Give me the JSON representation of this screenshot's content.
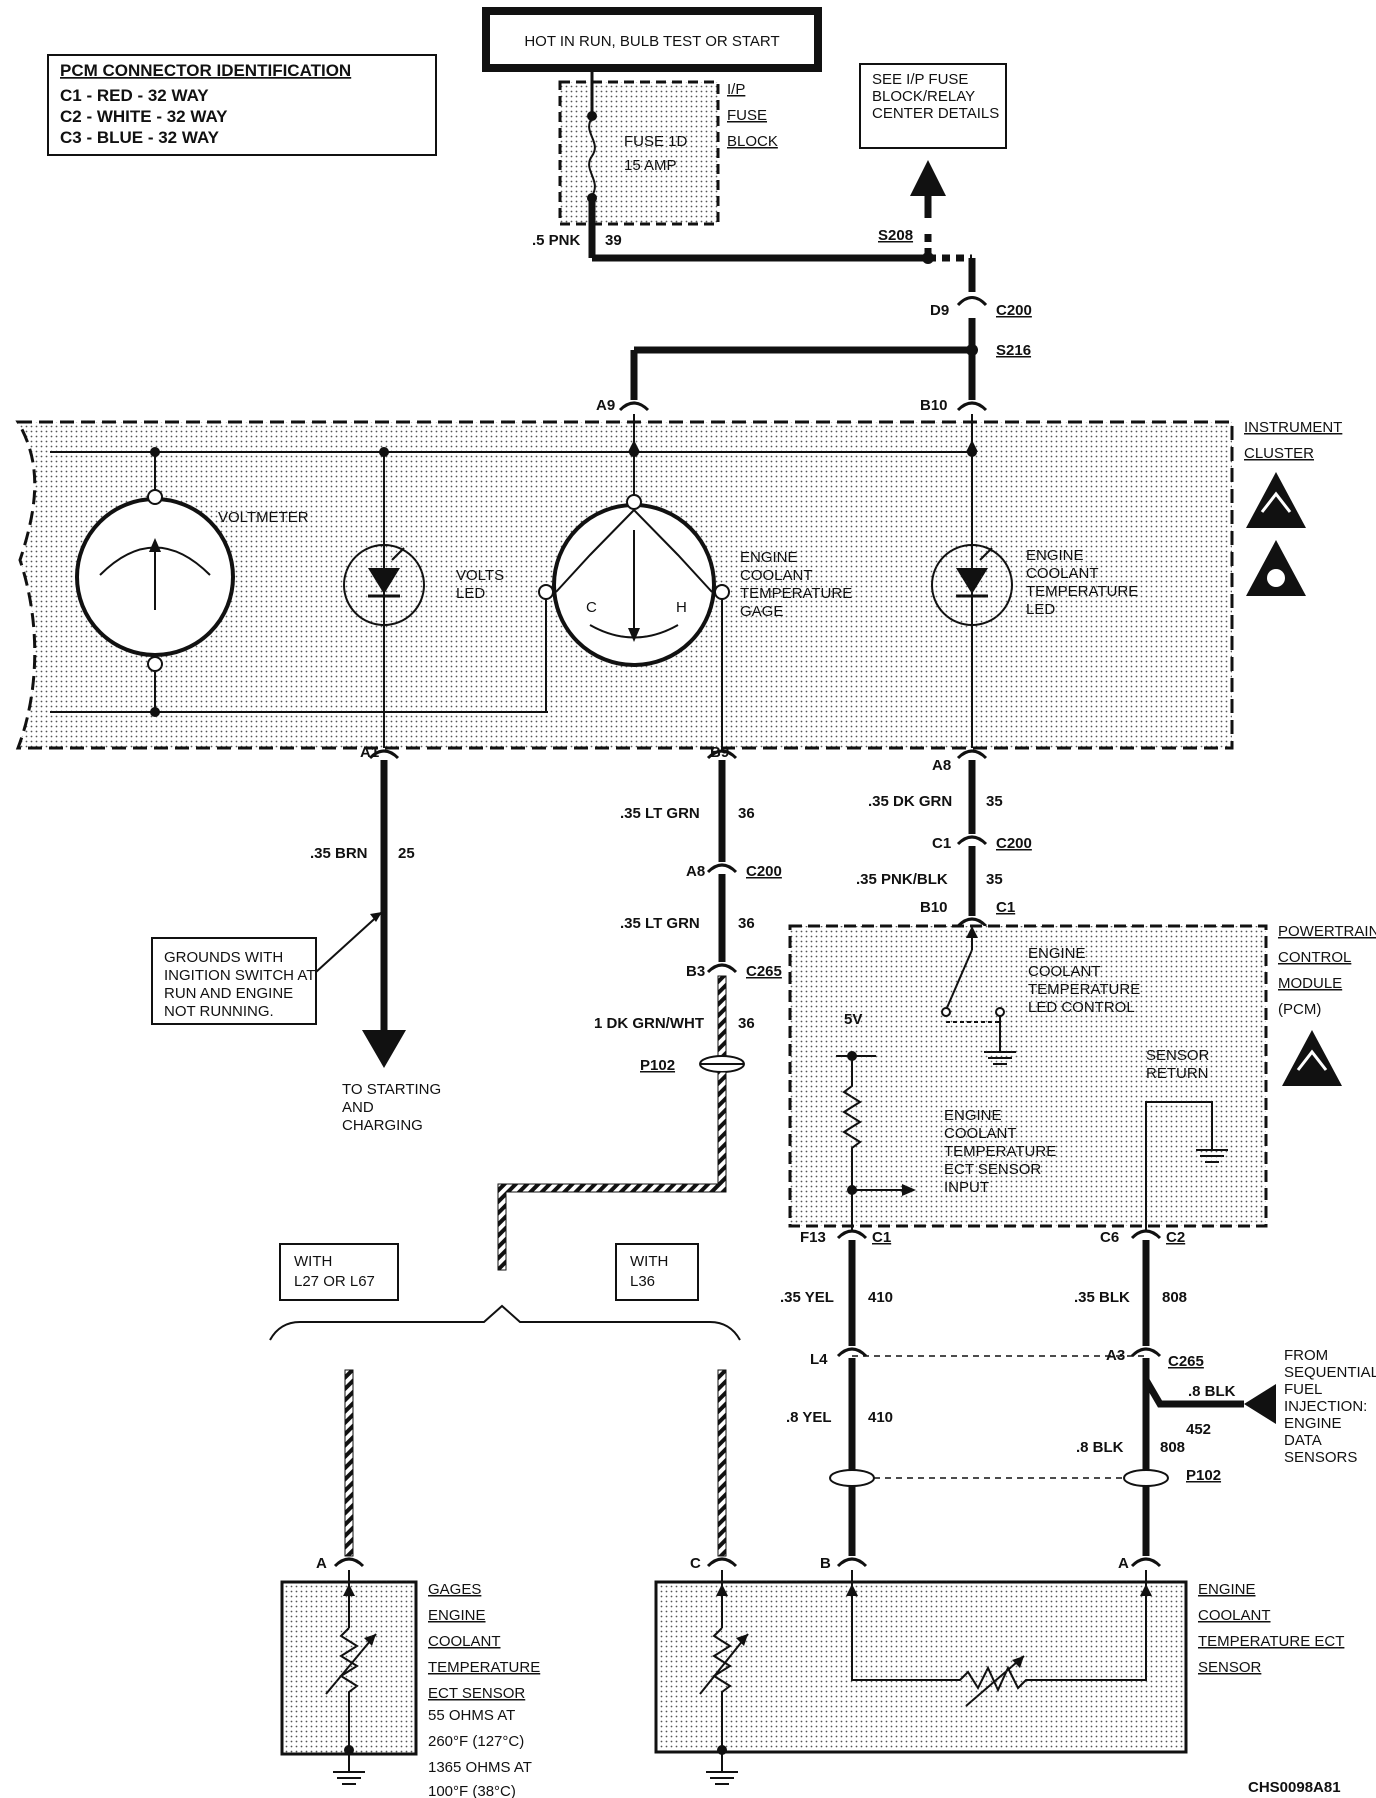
{
  "pcm_id": {
    "title": "PCM CONNECTOR IDENTIFICATION",
    "rows": [
      "C1 - RED - 32 WAY",
      "C2 - WHITE - 32 WAY",
      "C3 - BLUE - 32 WAY"
    ]
  },
  "power": {
    "hot_label": "HOT IN RUN, BULB TEST OR START",
    "fuse_block": [
      "I/P",
      "FUSE",
      "BLOCK"
    ],
    "fuse_name": "FUSE 1D",
    "fuse_rating": "15 AMP",
    "see_details": [
      "SEE I/P FUSE",
      "BLOCK/RELAY",
      "CENTER DETAILS"
    ],
    "wire_pnk": ".5 PNK",
    "circuit_39": "39",
    "s208": "S208",
    "d9": "D9",
    "c200": "C200",
    "s216": "S216",
    "a9": "A9",
    "b10": "B10"
  },
  "cluster": {
    "title": [
      "INSTRUMENT",
      "CLUSTER"
    ],
    "voltmeter": "VOLTMETER",
    "volts_led": [
      "VOLTS",
      "LED"
    ],
    "ect_gage": [
      "ENGINE",
      "COOLANT",
      "TEMPERATURE",
      "GAGE"
    ],
    "gage_c": "C",
    "gage_h": "H",
    "ect_led": [
      "ENGINE",
      "COOLANT",
      "TEMPERATURE",
      "LED"
    ],
    "pin_a1": "A1",
    "pin_b9": "B9",
    "pin_a8": "A8"
  },
  "wiring": {
    "brn": ".35 BRN",
    "c25": "25",
    "grounds_note": [
      "GROUNDS WITH",
      "INGITION SWITCH AT",
      "RUN AND ENGINE",
      "NOT RUNNING."
    ],
    "to_starting": [
      "TO STARTING",
      "AND",
      "CHARGING"
    ],
    "ltgrn1": ".35 LT GRN",
    "c36a": "36",
    "a8b": "A8",
    "c200b": "C200",
    "ltgrn2": ".35 LT GRN",
    "c36b": "36",
    "b3": "B3",
    "c265": "C265",
    "dkgrnwht": "1 DK GRN/WHT",
    "c36c": "36",
    "p102": "P102",
    "dkgrn": ".35 DK GRN",
    "c35a": "35",
    "c1": "C1",
    "c200c": "C200",
    "pnkblk": ".35 PNK/BLK",
    "c35b": "35",
    "b10b": "B10",
    "c1b": "C1"
  },
  "pcm": {
    "title": [
      "POWERTRAIN",
      "CONTROL",
      "MODULE",
      "(PCM)"
    ],
    "led_control": [
      "ENGINE",
      "COOLANT",
      "TEMPERATURE",
      "LED CONTROL"
    ],
    "v5": "5V",
    "sensor_return": [
      "SENSOR",
      "RETURN"
    ],
    "ect_input": [
      "ENGINE",
      "COOLANT",
      "TEMPERATURE",
      "ECT SENSOR",
      "INPUT"
    ],
    "f13": "F13",
    "c1": "C1",
    "c6": "C6",
    "c2": "C2"
  },
  "lower": {
    "with_l27": [
      "WITH",
      "L27 OR L67"
    ],
    "with_l36": [
      "WITH",
      "L36"
    ],
    "yel1": ".35 YEL",
    "c410a": "410",
    "blk1": ".35 BLK",
    "c808a": "808",
    "l4": "L4",
    "a3": "A3",
    "c265": "C265",
    "yel2": ".8 YEL",
    "c410b": "410",
    "blk_in": ".8 BLK",
    "c452": "452",
    "blk2": ".8 BLK",
    "c808b": "808",
    "p102": "P102",
    "from_sfi": [
      "FROM",
      "SEQUENTIAL",
      "FUEL",
      "INJECTION:",
      "ENGINE",
      "DATA",
      "SENSORS"
    ],
    "pin_a_left": "A",
    "pin_c": "C",
    "pin_b": "B",
    "pin_a_right": "A",
    "gages_sensor": [
      "GAGES",
      "ENGINE",
      "COOLANT",
      "TEMPERATURE",
      "ECT SENSOR",
      "55 OHMS AT",
      "260°F (127°C)",
      "1365 OHMS AT",
      "100°F (38°C)"
    ],
    "ect_sensor": [
      "ENGINE",
      "COOLANT",
      "TEMPERATURE ECT",
      "SENSOR"
    ]
  },
  "footer": {
    "code": "CHS0098A81"
  }
}
